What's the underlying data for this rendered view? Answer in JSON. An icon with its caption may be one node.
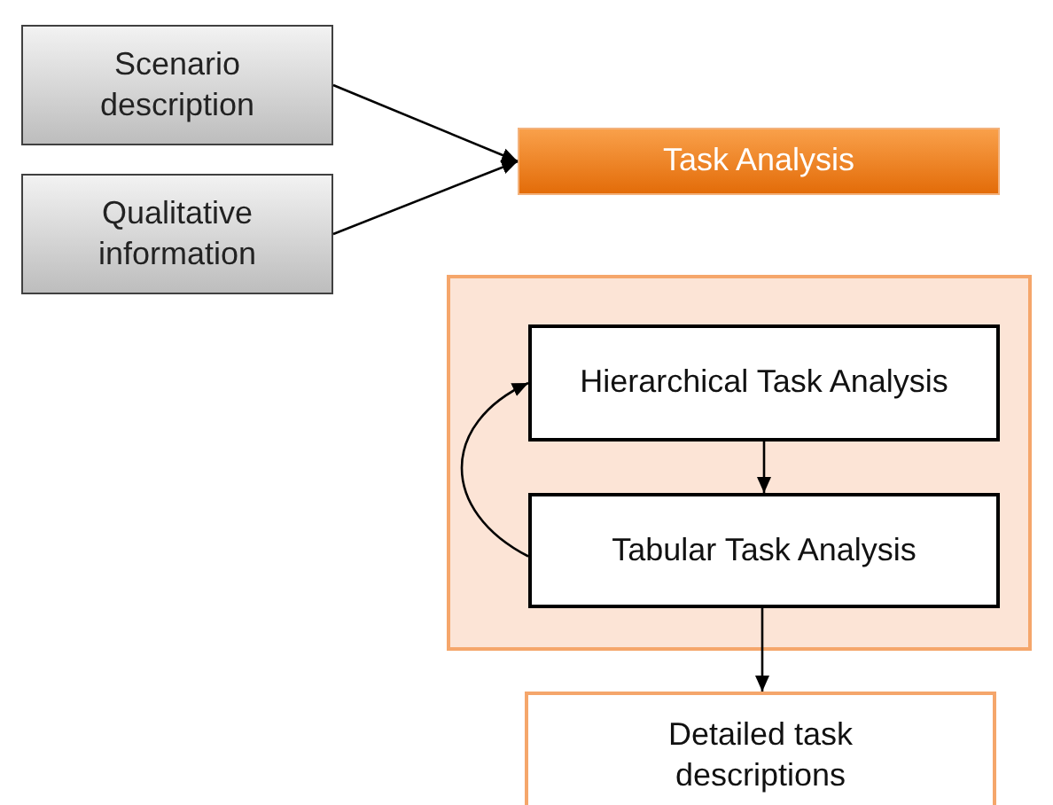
{
  "diagram": {
    "nodes": [
      {
        "text": [
          "Scenario description"
        ]
      },
      {
        "text": [
          "Qualitative information"
        ]
      },
      {
        "text": [
          "Task Analysis"
        ]
      },
      {
        "text": [],
        "shape": "box"
      },
      {
        "text": [
          "Hierarchical Task Analysis"
        ],
        "in": 3
      },
      {
        "text": [
          "Tabular Task Analysis"
        ],
        "in": 3
      },
      {
        "text": [
          "Detailed task descriptions"
        ]
      }
    ],
    "edges": [
      {
        "from": 0,
        "to": 2,
        "arrow": "to"
      },
      {
        "from": 1,
        "to": 2,
        "arrow": "to"
      },
      {
        "from": 4,
        "to": 5,
        "arrow": "to"
      },
      {
        "from": 5,
        "to": 4,
        "arrow": "to"
      },
      {
        "from": 5,
        "to": 6,
        "arrow": "to"
      }
    ]
  }
}
